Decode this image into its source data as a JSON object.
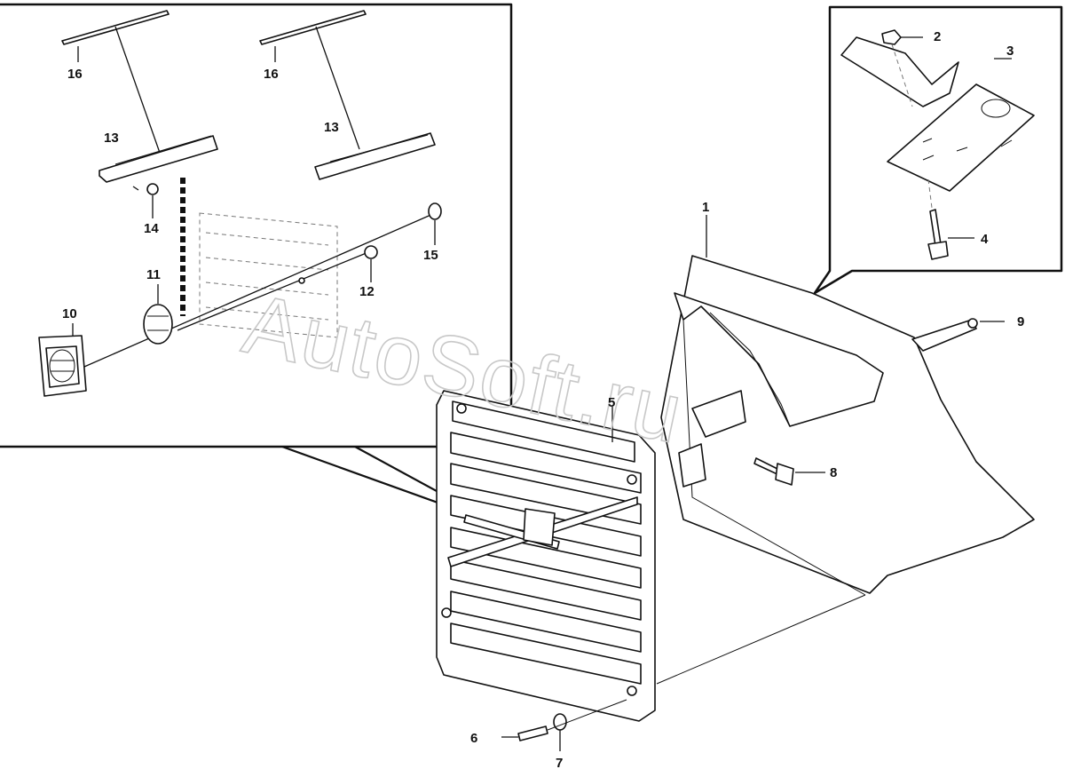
{
  "watermark": "AutoSoft.ru",
  "callouts": {
    "c1": "1",
    "c2": "2",
    "c3": "3",
    "c4": "4",
    "c5": "5",
    "c6": "6",
    "c7": "7",
    "c8": "8",
    "c9": "9",
    "c10": "10",
    "c11": "11",
    "c12": "12",
    "c13a": "13",
    "c13b": "13",
    "c14": "14",
    "c15": "15",
    "c16a": "16",
    "c16b": "16"
  }
}
